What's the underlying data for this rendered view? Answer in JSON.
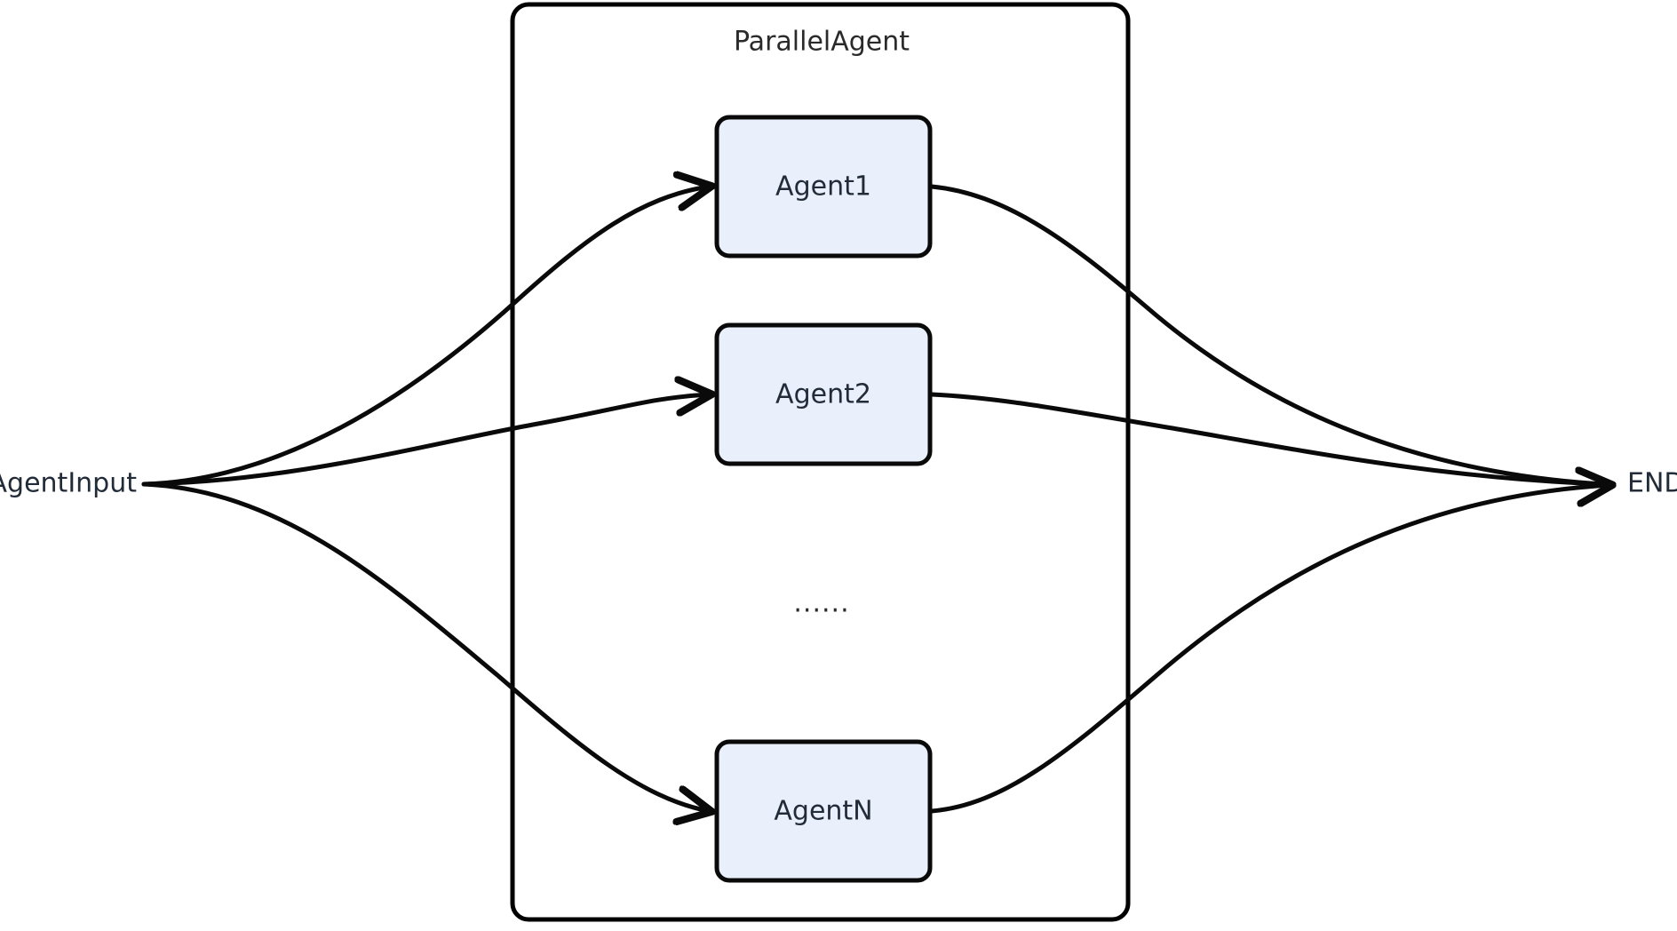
{
  "diagram": {
    "type": "flow-diagram",
    "background_color": "#ffffff",
    "group": {
      "title": "ParallelAgent",
      "border_color": "#000000"
    },
    "nodes": [
      {
        "id": "agent1",
        "label": "Agent1",
        "fill": "#eaf0fb",
        "stroke": "#0a0a0a"
      },
      {
        "id": "agent2",
        "label": "Agent2",
        "fill": "#eaf0fb",
        "stroke": "#0a0a0a"
      },
      {
        "id": "agentN",
        "label": "AgentN",
        "fill": "#eaf0fb",
        "stroke": "#0a0a0a"
      }
    ],
    "ellipsis": "......",
    "endpoints": {
      "input": {
        "id": "agent-input",
        "label": "AgentInput"
      },
      "output": {
        "id": "end",
        "label": "END"
      }
    },
    "edges": [
      {
        "from": "AgentInput",
        "to": "Agent1"
      },
      {
        "from": "AgentInput",
        "to": "Agent2"
      },
      {
        "from": "AgentInput",
        "to": "AgentN"
      },
      {
        "from": "Agent1",
        "to": "END"
      },
      {
        "from": "Agent2",
        "to": "END"
      },
      {
        "from": "AgentN",
        "to": "END"
      }
    ],
    "edge_color": "#0a0a0a"
  }
}
